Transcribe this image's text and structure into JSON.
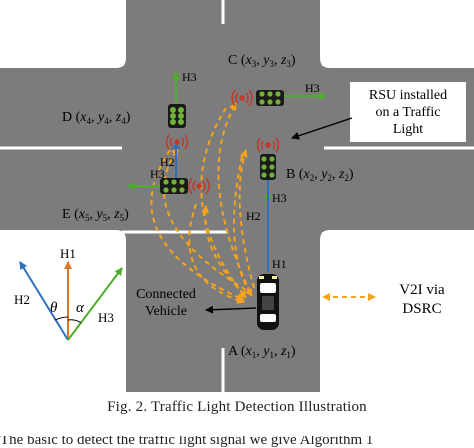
{
  "nodes": {
    "A": {
      "letter": "A",
      "x": "x",
      "x_sub": "1",
      "y": "y",
      "y_sub": "1",
      "z": "z",
      "z_sub": "1"
    },
    "B": {
      "letter": "B",
      "x": "x",
      "x_sub": "2",
      "y": "y",
      "y_sub": "2",
      "z": "z",
      "z_sub": "2"
    },
    "C": {
      "letter": "C",
      "x": "x",
      "x_sub": "3",
      "y": "y",
      "y_sub": "3",
      "z": "z",
      "z_sub": "3"
    },
    "D": {
      "letter": "D",
      "x": "x",
      "x_sub": "4",
      "y": "y",
      "y_sub": "4",
      "z": "z",
      "z_sub": "4"
    },
    "E": {
      "letter": "E",
      "x": "x",
      "x_sub": "5",
      "y": "y",
      "y_sub": "5",
      "z": "z",
      "z_sub": "5"
    }
  },
  "heading_labels": {
    "h1": "H1",
    "h2": "H2",
    "h3": "H3"
  },
  "angles": {
    "theta": "θ",
    "alpha": "α"
  },
  "annotations": {
    "rsu_line1": "RSU installed",
    "rsu_line2": "on a Traffic",
    "rsu_line3": "Light",
    "vehicle_line1": "Connected",
    "vehicle_line2": "Vehicle"
  },
  "legend": {
    "line1": "V2I via",
    "line2": "DSRC"
  },
  "caption": "Fig. 2.   Traffic Light Detection Illustration",
  "cutoff_text": "The basic to detect the traffic light signal we give Algorithm 1",
  "colors": {
    "road": "#7c7c7c",
    "lane_marking": "#ffffff",
    "v2i_link": "#f5a31a",
    "heading_h1": "#d9762b",
    "heading_h2": "#2e6fc0",
    "heading_h3": "#4caf2a",
    "rsu": "#c0392b",
    "traffic_light_body": "#1a1a1a",
    "traffic_light_lamp": "#6fb33c"
  }
}
